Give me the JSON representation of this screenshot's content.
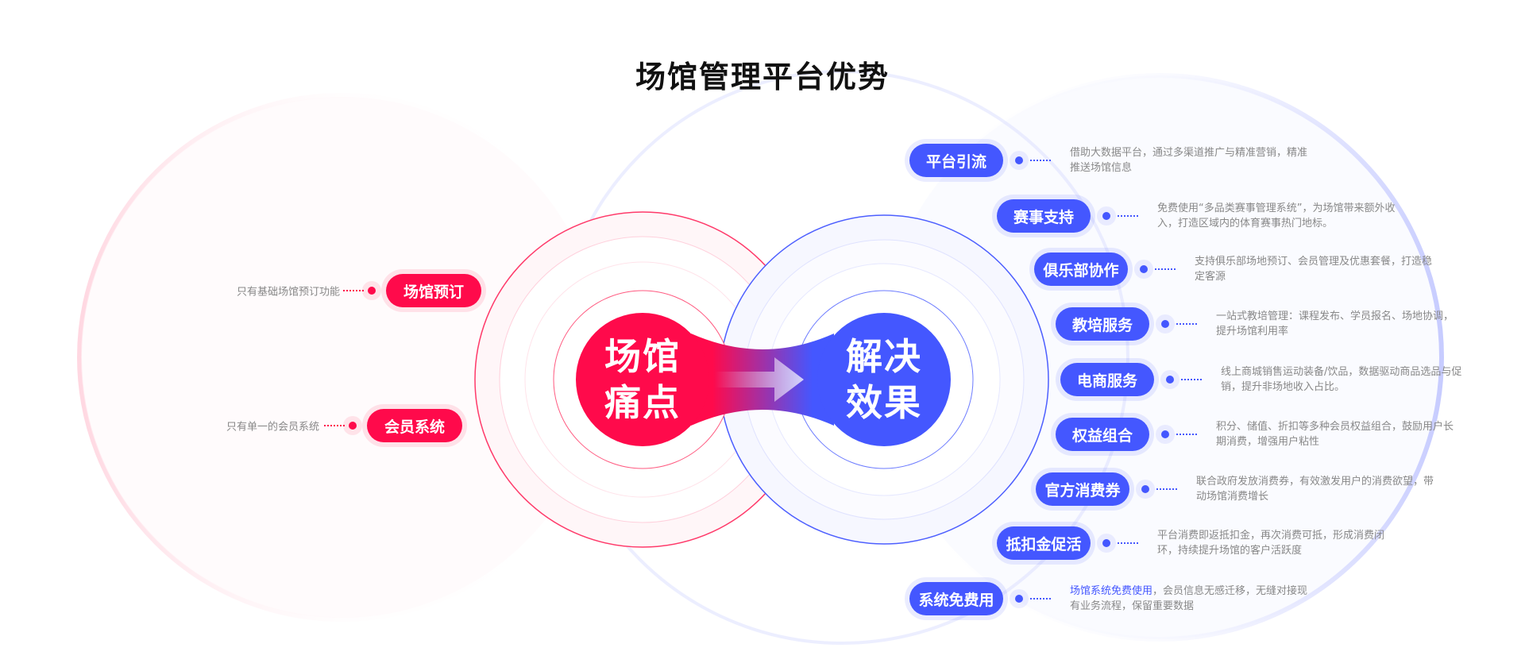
{
  "title": "场馆管理平台优势",
  "core": {
    "left_line1": "场馆",
    "left_line2": "痛点",
    "right_line1": "解决",
    "right_line2": "效果"
  },
  "colors": {
    "red": "#ff0a4b",
    "blue": "#4457ff"
  },
  "pain_points": [
    {
      "label": "场馆预订",
      "desc": "只有基础场馆预订功能"
    },
    {
      "label": "会员系统",
      "desc": "只有单一的会员系统"
    }
  ],
  "benefits": [
    {
      "label": "平台引流",
      "desc": "借助大数据平台，通过多渠道推广与精准营销，精准推送场馆信息"
    },
    {
      "label": "赛事支持",
      "desc": "免费使用“多品类赛事管理系统”，为场馆带来额外收入，打造区域内的体育赛事热门地标。"
    },
    {
      "label": "俱乐部协作",
      "desc": "支持俱乐部场地预订、会员管理及优惠套餐，打造稳定客源"
    },
    {
      "label": "教培服务",
      "desc": "一站式教培管理：课程发布、学员报名、场地协调，提升场馆利用率"
    },
    {
      "label": "电商服务",
      "desc": "线上商城销售运动装备/饮品，数据驱动商品选品与促销，提升非场地收入占比。"
    },
    {
      "label": "权益组合",
      "desc": "积分、储值、折扣等多种会员权益组合，鼓励用户长期消费，增强用户粘性"
    },
    {
      "label": "官方消费券",
      "desc": "联合政府发放消费券，有效激发用户的消费欲望，带动场馆消费增长"
    },
    {
      "label": "抵扣金促活",
      "desc": "平台消费即返抵扣金，再次消费可抵，形成消费闭环，持续提升场馆的客户活跃度"
    },
    {
      "label": "系统免费用",
      "desc_highlight": "场馆系统免费使用",
      "desc": "，会员信息无感迁移，无缝对接现有业务流程，保留重要数据"
    }
  ]
}
